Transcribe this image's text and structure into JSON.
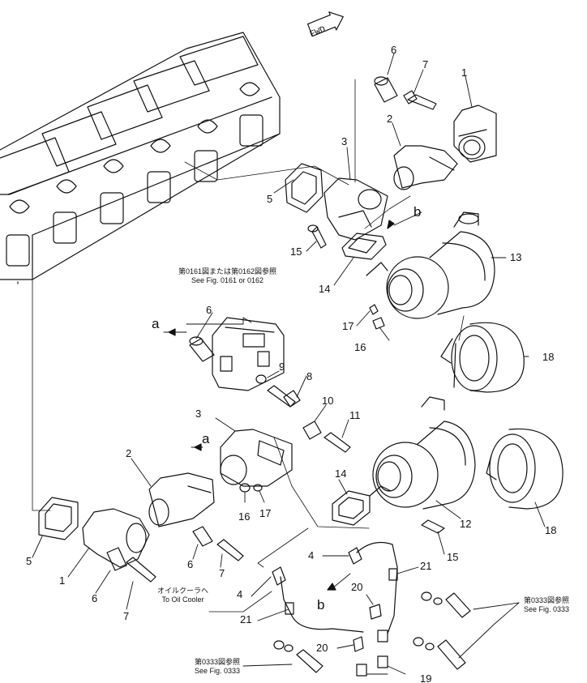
{
  "direction_label": "FWD",
  "callouts": {
    "c1_top": "1",
    "c7_top": "7",
    "c6_top": "6",
    "c2_top": "2",
    "c3_top": "3",
    "c5_top": "5",
    "c15_top": "15",
    "cb_top": "b",
    "c13": "13",
    "c14_top": "14",
    "c17_right": "17",
    "c16_right": "16",
    "c18_top": "18",
    "ca_mid": "a",
    "c6_mid": "6",
    "c9": "9",
    "c8": "8",
    "c10": "10",
    "c11": "11",
    "c3_low": "3",
    "ca_low": "a",
    "c2_low": "2",
    "c14_low": "14",
    "c12": "12",
    "c18_low": "18",
    "c16_low": "16",
    "c17_low": "17",
    "c15_low": "15",
    "c5_low": "5",
    "c1_low": "1",
    "c6_low": "6",
    "c7_low": "7",
    "c6_low2": "6",
    "c7_low2": "7",
    "c4_mid": "4",
    "c21_right": "21",
    "c4_left": "4",
    "cb_low": "b",
    "c20_top": "20",
    "c21_left": "21",
    "c20_low": "20",
    "c19": "19"
  },
  "notes": {
    "fig0161_jp": "第0161図または第0162図参照",
    "fig0161_en": "See Fig. 0161 or 0162",
    "oil_jp": "オイルクーラへ",
    "oil_en": "To Oil Cooler",
    "fig0333r_jp": "第0333図参照",
    "fig0333r_en": "See Fig. 0333",
    "fig0333b_jp": "第0333図参照",
    "fig0333b_en": "See Fig. 0333"
  }
}
